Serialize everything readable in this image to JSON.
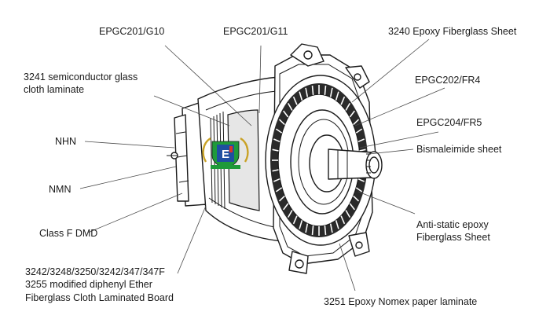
{
  "colors": {
    "ink": "#1b1b1b",
    "leader": "#4a4a4a",
    "logo_green": "#1f9a3a",
    "logo_blue": "#1f4fa0",
    "logo_red": "#d9332a",
    "logo_gold": "#c9a227"
  },
  "labels": {
    "epgc201_g10": "EPGC201/G10",
    "epgc201_g11": "EPGC201/G11",
    "epoxy_3240": "3240 Epoxy Fiberglass Sheet",
    "semiconductor_3241_line1": "3241 semiconductor glass",
    "semiconductor_3241_line2": "cloth laminate",
    "epgc202_fr4": "EPGC202/FR4",
    "epgc204_fr5": "EPGC204/FR5",
    "nhn": "NHN",
    "bismaleimide": "Bismaleimide sheet",
    "nmn": "NMN",
    "class_f_dmd": "Class F DMD",
    "antistatic_line1": "Anti-static epoxy",
    "antistatic_line2": "Fiberglass Sheet",
    "board_line1": "3242/3248/3250/3242/347/347F",
    "board_line2": "3255 modified diphenyl Ether",
    "board_line3": "Fiberglass Cloth Laminated Board",
    "nomex_3251": "3251 Epoxy Nomex paper laminate"
  },
  "logo": {
    "letter": "E",
    "icon": "laurel-shield-logo-icon"
  }
}
